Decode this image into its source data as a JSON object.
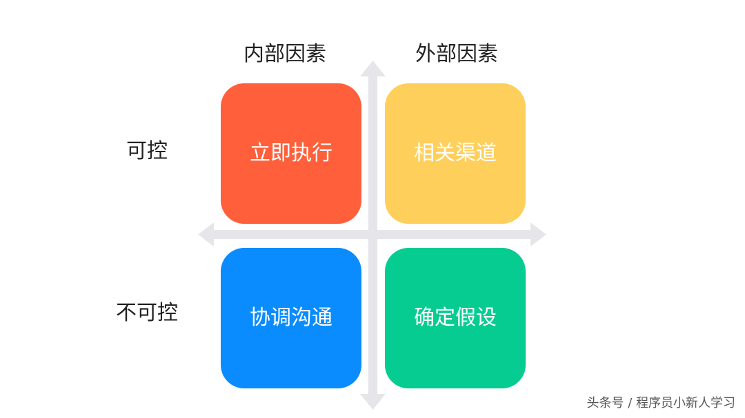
{
  "columns": {
    "internal": "内部因素",
    "external": "外部因素"
  },
  "rows": {
    "controllable": "可控",
    "uncontrollable": "不可控"
  },
  "quadrants": {
    "top_left": {
      "label": "立即执行",
      "color": "#ff5f3a"
    },
    "top_right": {
      "label": "相关渠道",
      "color": "#ffcf5c"
    },
    "bottom_left": {
      "label": "协调沟通",
      "color": "#0a8cff"
    },
    "bottom_right": {
      "label": "确定假设",
      "color": "#06cc92"
    }
  },
  "axis_color": "#e6e6ea",
  "watermark": "头条号 / 程序员小新人学习"
}
